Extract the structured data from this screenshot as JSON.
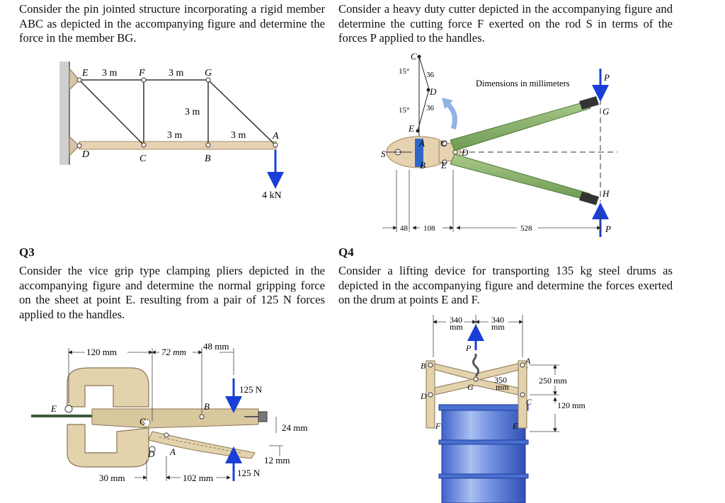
{
  "q1": {
    "text": "Consider the pin jointed structure incorporating a rigid member ABC as depicted in the accompanying figure and determine the force in the member BG.",
    "fig": {
      "E": "E",
      "F": "F",
      "G": "G",
      "D": "D",
      "C": "C",
      "B": "B",
      "A": "A",
      "dim_ef": "3 m",
      "dim_fg": "3 m",
      "dim_vert": "3 m",
      "dim_cb": "3 m",
      "dim_ba": "3 m",
      "load": "4 kN"
    }
  },
  "q2": {
    "text": "Consider a heavy duty cutter depicted in the accompanying figure and determine the cutting force F exerted on the rod S in terms of the forces P applied to the handles.",
    "fig": {
      "C": "C",
      "D": "D",
      "E": "E",
      "A": "A",
      "B": "B",
      "S": "S",
      "G": "G",
      "H": "H",
      "P_top": "P",
      "P_bot": "P",
      "ang1": "15°",
      "ang2": "15°",
      "d36a": "36",
      "d36b": "36",
      "dims_note": "Dimensions in millimeters",
      "d48": "48",
      "d108": "108",
      "d528": "528"
    }
  },
  "q3": {
    "heading": "Q3",
    "text": "Consider the vice grip type clamping pliers depicted in the accompanying figure and determine the normal gripping force on the sheet at point E. resulting from a pair of 125 N forces applied to the handles.",
    "fig": {
      "d120": "120 mm",
      "d72": "72 mm",
      "d48": "48 mm",
      "f_top": "125 N",
      "f_bot": "125 N",
      "d24": "24 mm",
      "d12": "12 mm",
      "d30": "30 mm",
      "d102": "102 mm",
      "E": "E",
      "C": "C",
      "B": "B",
      "D": "D",
      "A": "A"
    }
  },
  "q4": {
    "heading": "Q4",
    "text": "Consider a lifting device for transporting 135 kg steel drums as depicted in the accompanying figure and determine the forces exerted on the drum at points E and F.",
    "fig": {
      "d340a": "340",
      "mm_a": "mm",
      "d340b": "340",
      "mm_b": "mm",
      "P": "P",
      "A": "A",
      "B": "B",
      "G": "G",
      "D": "D",
      "C": "C",
      "F": "F",
      "E": "E",
      "d350": "350",
      "mm_c": "mm",
      "d250": "250 mm",
      "d120": "120 mm"
    }
  }
}
